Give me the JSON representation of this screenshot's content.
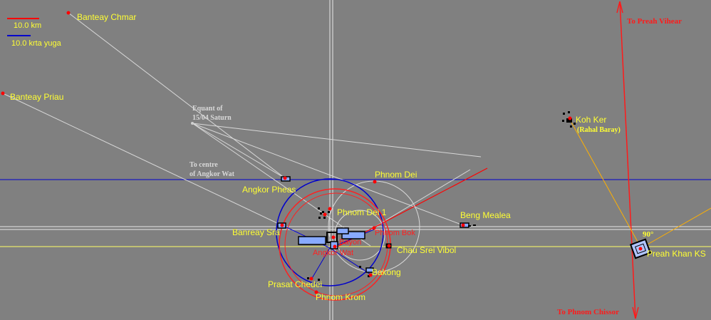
{
  "scale": {
    "km_label": "10.0 km",
    "yuga_label": "10.0 krta yuga",
    "km_color": "#ff0000",
    "yuga_color": "#0000cc"
  },
  "sites": {
    "banteay_chmar": "Banteay Chmar",
    "banteay_priau": "Banteay Priau",
    "angkor_pheas": "Angkor Pheas",
    "phnom_dei": "Phnom Dei",
    "phnom_dei_1": "Phnom Dei 1",
    "beng_mealea": "Beng Mealea",
    "banreay_sra": "Banreay Sra",
    "phnom_bok": "Phnom Bok",
    "bayon": "Bayon",
    "angkor_wat": "Angkor Wat",
    "chau_srei_vibol": "Chau Srei Vibol",
    "bakong": "Bakong",
    "prasat_chedei": "Prasat Chedei",
    "phnom_krom": "Phnom Krom",
    "koh_ker": "Koh Ker",
    "rahal_baray": "(Rahal Baray)",
    "preah_khan_ks": "Preah Khan KS"
  },
  "notes": {
    "equant_line1": "Equant of",
    "equant_line2": "15/04 Saturn",
    "centre_line1": "To centre",
    "centre_line2": "of Angkor Wat",
    "angle": "90°"
  },
  "directions": {
    "north": "To Preah Vihear",
    "south": "To Phnom Chissor"
  },
  "colors": {
    "background": "#808080",
    "site_label": "#ffff33",
    "red_line": "#ff0000",
    "blue_line": "#0000cc",
    "orange_line": "#ffb000",
    "guide_line": "#e0e0e0"
  }
}
